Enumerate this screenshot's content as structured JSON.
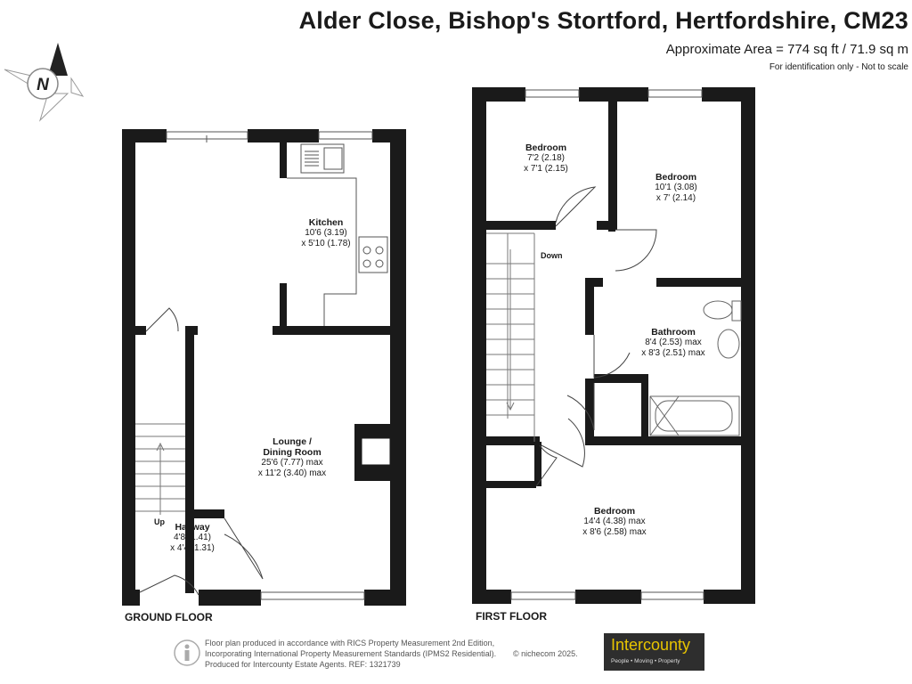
{
  "header": {
    "title": "Alder Close, Bishop's Stortford, Hertfordshire, CM23",
    "area": "Approximate Area = 774 sq ft / 71.9 sq m",
    "identification": "For identification only - Not to scale"
  },
  "compass": {
    "label": "N"
  },
  "ground_floor": {
    "label": "GROUND FLOOR",
    "kitchen": {
      "name": "Kitchen",
      "dim1": "10'6 (3.19)",
      "dim2": "x 5'10 (1.78)"
    },
    "lounge": {
      "name1": "Lounge /",
      "name2": "Dining Room",
      "dim1": "25'6 (7.77) max",
      "dim2": "x 11'2 (3.40) max"
    },
    "hallway": {
      "name": "Hallway",
      "dim1": "4'8 (1.41)",
      "dim2": "x 4'4 (1.31)"
    },
    "stairs": "Up"
  },
  "first_floor": {
    "label": "FIRST FLOOR",
    "bedroom1": {
      "name": "Bedroom",
      "dim1": "7'2 (2.18)",
      "dim2": "x 7'1 (2.15)"
    },
    "bedroom2": {
      "name": "Bedroom",
      "dim1": "10'1 (3.08)",
      "dim2": "x 7' (2.14)"
    },
    "bathroom": {
      "name": "Bathroom",
      "dim1": "8'4 (2.53)  max",
      "dim2": "x 8'3 (2.51) max"
    },
    "bedroom3": {
      "name": "Bedroom",
      "dim1": "14'4 (4.38) max",
      "dim2": "x 8'6 (2.58) max"
    },
    "stairs": "Down"
  },
  "footer": {
    "line1": "Floor plan produced in accordance with RICS Property Measurement 2nd Edition,",
    "line2": "Incorporating International Property Measurement Standards (IPMS2 Residential).",
    "line3": "Produced for Intercounty Estate Agents.   REF:  1321739",
    "copyright": "© nichecom 2025.",
    "logo_brand": "Intercounty",
    "logo_tag": "People  •  Moving  •  Property"
  }
}
